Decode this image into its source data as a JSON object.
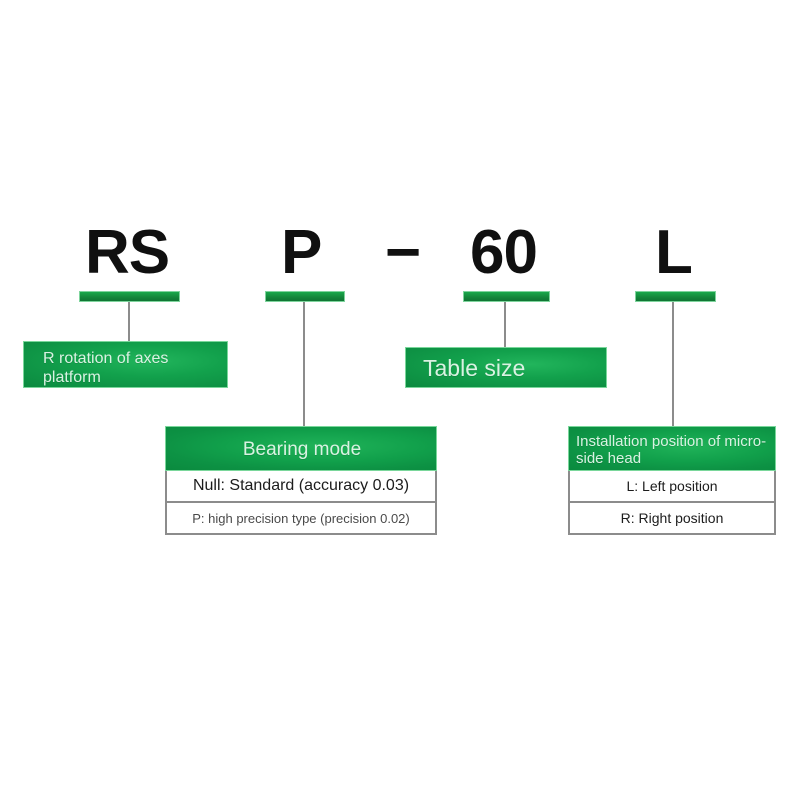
{
  "diagram": {
    "type": "product-code-breakdown",
    "accent_green": "#11a04b",
    "bar_green": "#14853a",
    "leader_gray": "#8c8c8c",
    "code_text_color": "#101010",
    "box_text_color": "#d9f2e2"
  },
  "code": {
    "segments": [
      {
        "label": "RS"
      },
      {
        "label": "P"
      },
      {
        "label": "−"
      },
      {
        "label": "60"
      },
      {
        "label": "L"
      }
    ]
  },
  "callouts": {
    "series": {
      "title": "R rotation of axes platform"
    },
    "bearing": {
      "title": "Bearing mode",
      "options": [
        "Null: Standard (accuracy 0.03)",
        "P: high precision type (precision 0.02)"
      ]
    },
    "table_size": {
      "title": "Table size"
    },
    "install": {
      "title": "Installation position of micro-side head",
      "options": [
        "L: Left position",
        "R: Right position"
      ]
    }
  }
}
